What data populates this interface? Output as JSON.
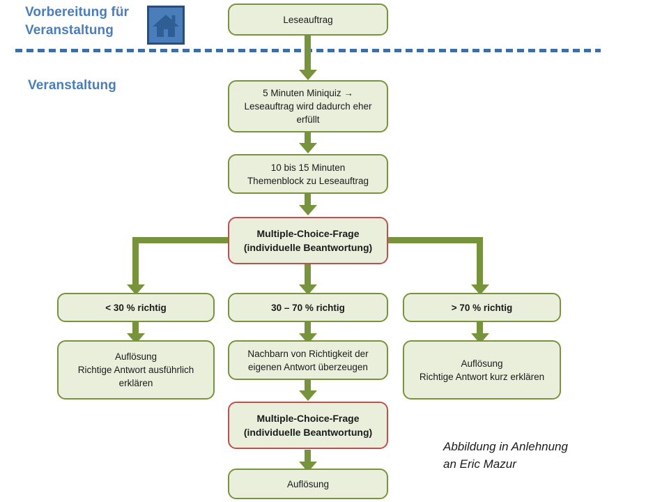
{
  "headings": {
    "preparation": "Vorbereitung für\nVeranstaltung",
    "event": "Veranstaltung"
  },
  "icons": {
    "house": "house-icon"
  },
  "colors": {
    "node_fill": "#EAEFDC",
    "node_border_green": "#77933C",
    "node_border_red": "#C0504D",
    "connector_green": "#77933C",
    "heading_blue": "#4A7EBB",
    "divider_blue": "#3E6DA8",
    "house_tile": "#4A7EBB",
    "house_glyph": "#2E5E93"
  },
  "nodes": {
    "leseauftrag": "Leseauftrag",
    "miniquiz": "5 Minuten Miniquiz →\nLeseauftrag wird dadurch eher\nerfüllt",
    "themenblock": "10 bis 15 Minuten\nThemenblock zu Leseauftrag",
    "mc_frage_1": "Multiple-Choice-Frage\n(individuelle Beantwortung)",
    "branch_low": "< 30 % richtig",
    "branch_mid": "30 – 70 % richtig",
    "branch_high": "> 70 % richtig",
    "result_low": "Auflösung\nRichtige Antwort ausführlich\nerklären",
    "result_mid": "Nachbarn von Richtigkeit der\neigenen Antwort überzeugen",
    "result_high": "Auflösung\nRichtige Antwort kurz erklären",
    "mc_frage_2": "Multiple-Choice-Frage\n(individuelle Beantwortung)",
    "aufloesung_final": "Auflösung"
  },
  "caption": "Abbildung in Anlehnung\nan Eric Mazur"
}
